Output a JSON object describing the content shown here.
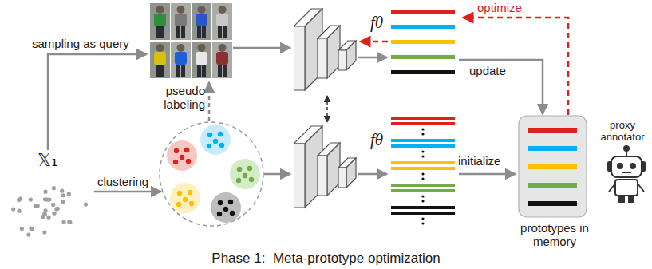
{
  "diagram": {
    "caption": "Phase 1:  Meta-prototype optimization",
    "nodes": [
      {
        "text": [
          "fθ"
        ]
      },
      {
        "text": [
          "fθ"
        ]
      },
      {
        "text": [
          "prototypes in memory"
        ]
      }
    ],
    "edges": [
      {
        "from": 0,
        "to": 1,
        "arrow": "both"
      }
    ],
    "labels": [
      "sampling as query",
      "𝕏₁",
      "pseudo labeling",
      "clustering",
      "update",
      "optimize",
      "initialize",
      "proxy annotator"
    ]
  }
}
